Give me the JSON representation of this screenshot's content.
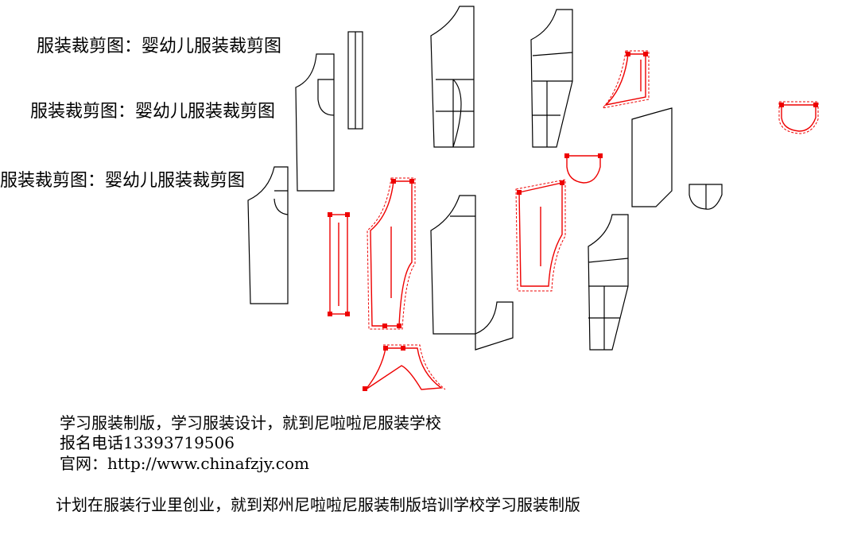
{
  "captions": [
    "服装裁剪图：婴幼儿服装裁剪图",
    "服装裁剪图：婴幼儿服装裁剪图",
    "服装裁剪图：婴幼儿服装裁剪图"
  ],
  "info": {
    "line1": "学习服装制版，学习服装设计，就到尼啦啦尼服装学校",
    "line2": "报名电话13393719506",
    "line3": "官网：http://www.chinafzjy.com",
    "line4": "计划在服装行业里创业，就到郑州尼啦啦尼服装制版培训学校学习服装制版"
  },
  "colors": {
    "pattern_line": "#000000",
    "cut_line": "#ee0000"
  }
}
